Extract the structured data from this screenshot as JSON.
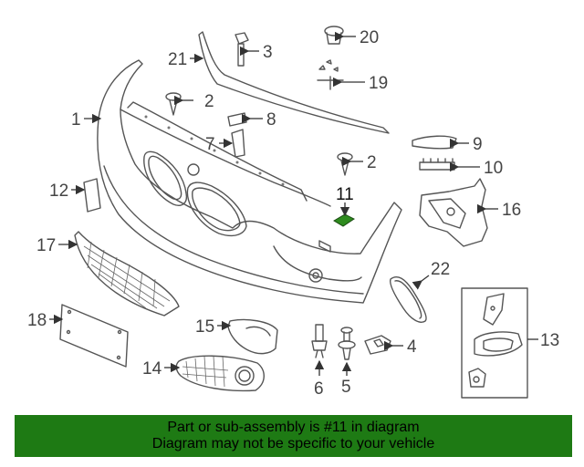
{
  "callouts": {
    "c1": "1",
    "c2a": "2",
    "c2b": "2",
    "c3": "3",
    "c4": "4",
    "c5": "5",
    "c6": "6",
    "c7": "7",
    "c8": "8",
    "c9": "9",
    "c10": "10",
    "c11": "11",
    "c12": "12",
    "c13": "13",
    "c14": "14",
    "c15": "15",
    "c16": "16",
    "c17": "17",
    "c18": "18",
    "c19": "19",
    "c20": "20",
    "c21": "21",
    "c22": "22"
  },
  "highlight": {
    "part_number": "11",
    "color": "#2e8b1e"
  },
  "banner": {
    "line1": "Part or sub-assembly is #11 in diagram",
    "line2": "Diagram may not be specific to your vehicle",
    "background": "#1e7a14"
  }
}
